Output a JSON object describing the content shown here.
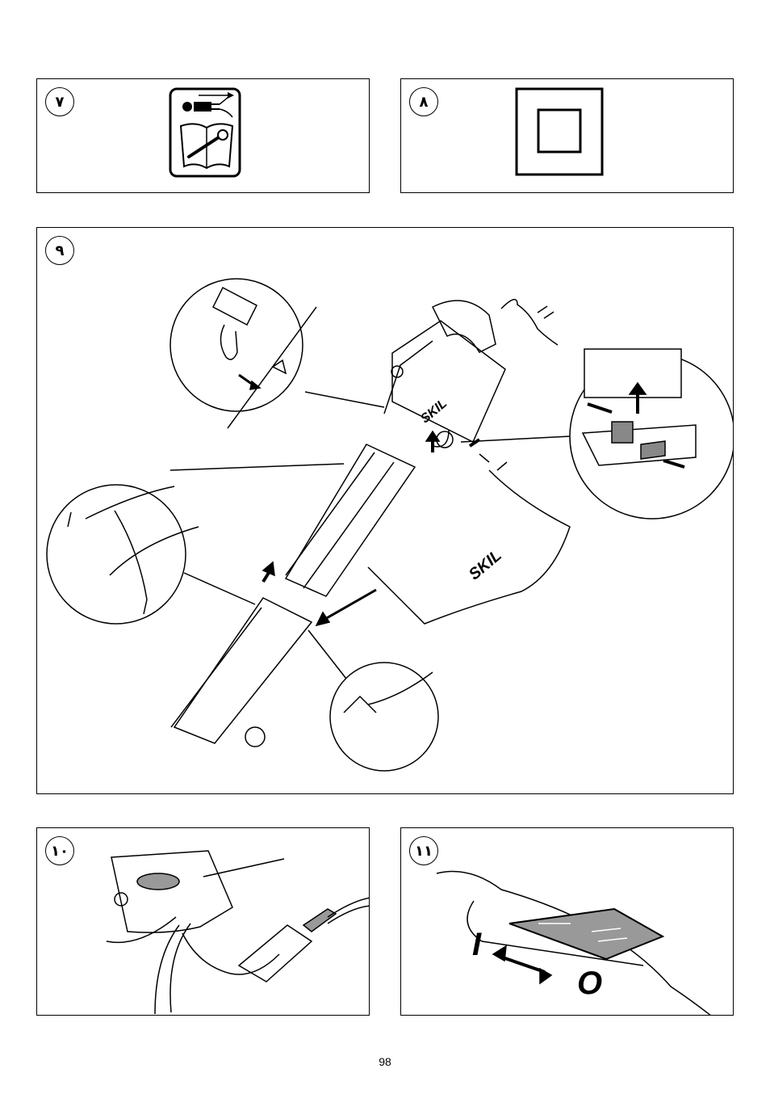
{
  "panels": {
    "p7": {
      "badge": "٧"
    },
    "p8": {
      "badge": "٨"
    },
    "p9": {
      "badge": "٩",
      "brand_hood": "SKIL",
      "brand_bag": "SKIL"
    },
    "p10": {
      "badge": "١٠"
    },
    "p11": {
      "badge": "١١",
      "switch_on": "I",
      "switch_off": "O"
    }
  },
  "footer": {
    "page_number": "98"
  }
}
